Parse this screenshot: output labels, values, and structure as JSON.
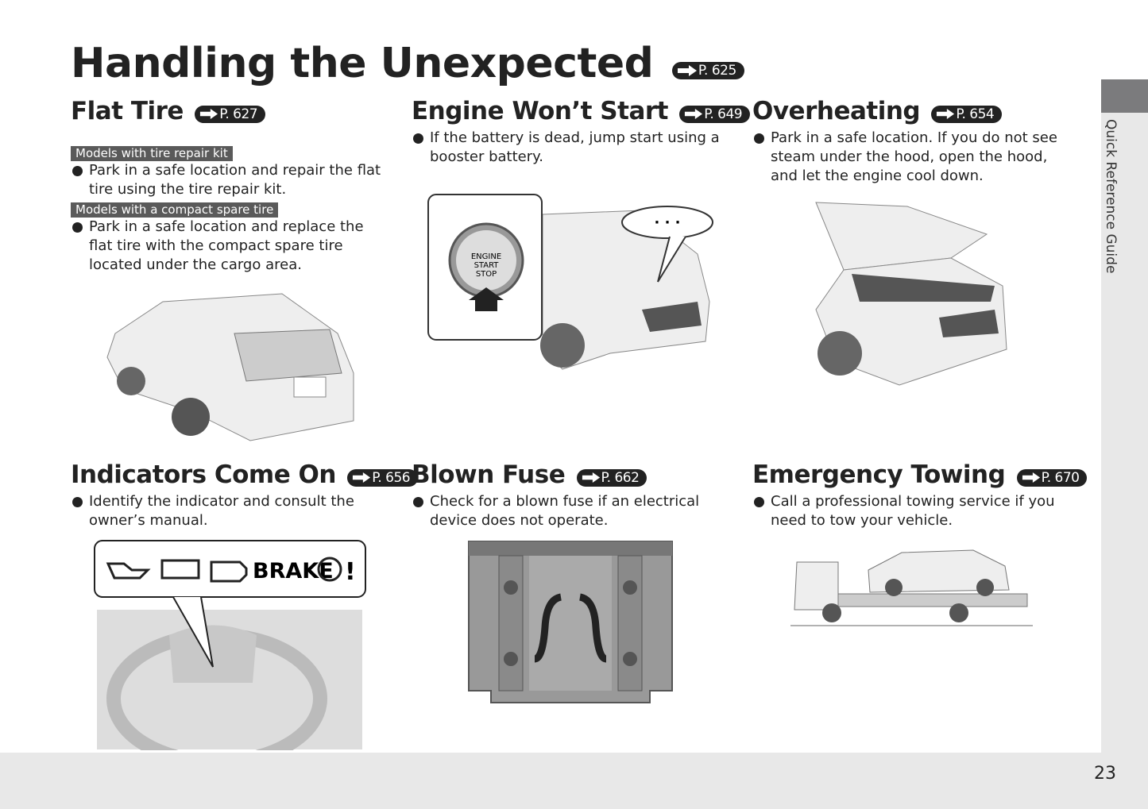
{
  "page": {
    "title": "Handling the Unexpected",
    "title_ref": "P. 625",
    "side_tab": "Quick Reference Guide",
    "page_number": "23"
  },
  "sections": [
    {
      "heading": "Flat Tire",
      "ref": "P. 627",
      "tags": [
        "Models with tire repair kit",
        "Models with a compact spare tire"
      ],
      "bullets": [
        "Park in a safe location and repair the flat tire using the tire repair kit.",
        "Park in a safe location and replace the flat tire with the compact spare tire located under the cargo area."
      ]
    },
    {
      "heading": "Engine Won’t Start",
      "ref": "P. 649",
      "bullets": [
        "If the battery is dead, jump start using a booster battery."
      ],
      "button_label": [
        "ENGINE",
        "START",
        "STOP"
      ],
      "bubble": "· · ·"
    },
    {
      "heading": "Overheating",
      "ref": "P. 654",
      "bullets": [
        "Park in a safe location. If you do not see steam under the hood, open the hood, and let the engine cool down."
      ]
    },
    {
      "heading": "Indicators Come On",
      "ref": "P. 656",
      "bullets": [
        "Identify the indicator and consult the owner’s manual."
      ],
      "brake_label": "BRAKE"
    },
    {
      "heading": "Blown Fuse",
      "ref": "P. 662",
      "bullets": [
        "Check for a blown fuse if an electrical device does not operate."
      ]
    },
    {
      "heading": "Emergency Towing",
      "ref": "P. 670",
      "bullets": [
        "Call a professional towing service if you need to tow your vehicle."
      ]
    }
  ]
}
